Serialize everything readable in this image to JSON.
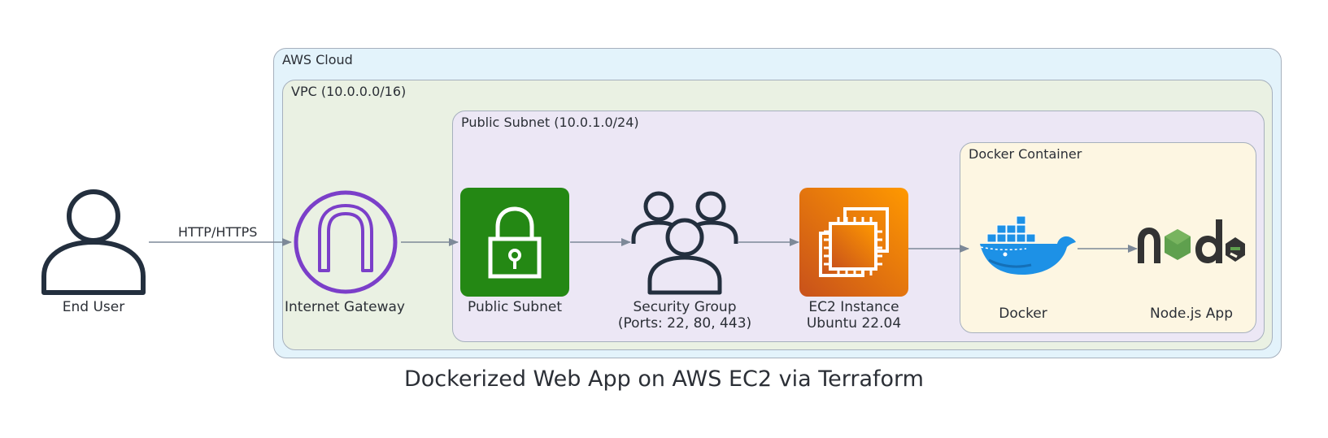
{
  "title": "Dockerized Web App on AWS EC2 via Terraform",
  "clusters": {
    "aws_cloud": "AWS Cloud",
    "vpc": "VPC (10.0.0.0/16)",
    "public_subnet": "Public Subnet (10.0.1.0/24)",
    "docker_container": "Docker Container"
  },
  "nodes": {
    "end_user": {
      "label": "End User",
      "icon": "user-icon"
    },
    "internet_gateway": {
      "label": "Internet Gateway",
      "icon": "internet-gateway-icon"
    },
    "public_subnet": {
      "label": "Public Subnet",
      "icon": "lock-icon"
    },
    "security_group": {
      "line1": "Security Group",
      "line2": "(Ports: 22, 80, 443)",
      "icon": "users-group-icon"
    },
    "ec2_instance": {
      "line1": "EC2 Instance",
      "line2": "Ubuntu 22.04",
      "icon": "ec2-chip-icon"
    },
    "docker": {
      "label": "Docker",
      "icon": "docker-whale-icon"
    },
    "nodejs_app": {
      "label": "Node.js App",
      "icon": "nodejs-logo-icon",
      "logo_text": "node"
    }
  },
  "edges": {
    "user_to_gateway": "HTTP/HTTPS"
  },
  "colors": {
    "aws_cloud_bg": "#e3f3fb",
    "vpc_bg": "#eaf1e3",
    "subnet_bg": "#ece7f5",
    "docker_container_bg": "#fdf6e2",
    "gateway_purple": "#7b3fc9",
    "subnet_green": "#248814",
    "ec2_orange": "#ed7100",
    "docker_blue": "#1d91e6",
    "node_green": "#5fa04e",
    "edge": "#7d8998"
  }
}
